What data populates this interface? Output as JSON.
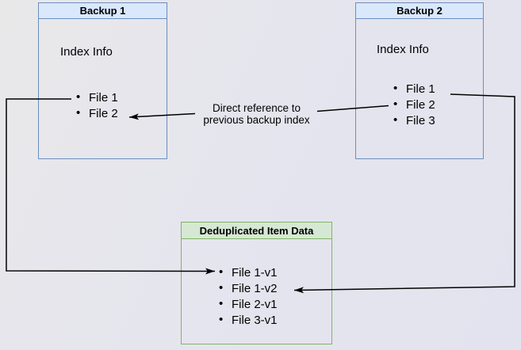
{
  "diagram": {
    "backup1": {
      "title": "Backup 1",
      "index_label": "Index Info",
      "files": [
        "File 1",
        "File 2"
      ]
    },
    "backup2": {
      "title": "Backup 2",
      "index_label": "Index Info",
      "files": [
        "File 1",
        "File 2",
        "File 3"
      ]
    },
    "dedup": {
      "title": "Deduplicated Item Data",
      "items": [
        "File 1-v1",
        "File 1-v2",
        "File 2-v1",
        "File 3-v1"
      ]
    },
    "annotation": {
      "line1": "Direct reference to",
      "line2": "previous backup index"
    }
  },
  "icons": {
    "bullet": "•"
  },
  "colors": {
    "blue_header_fill": "#dae8fc",
    "blue_border": "#6c8ebf",
    "green_header_fill": "#d5e8d4",
    "green_border": "#82b366",
    "connector": "#000000",
    "background_start": "#e9e8e9",
    "background_end": "#e2e3ee"
  }
}
